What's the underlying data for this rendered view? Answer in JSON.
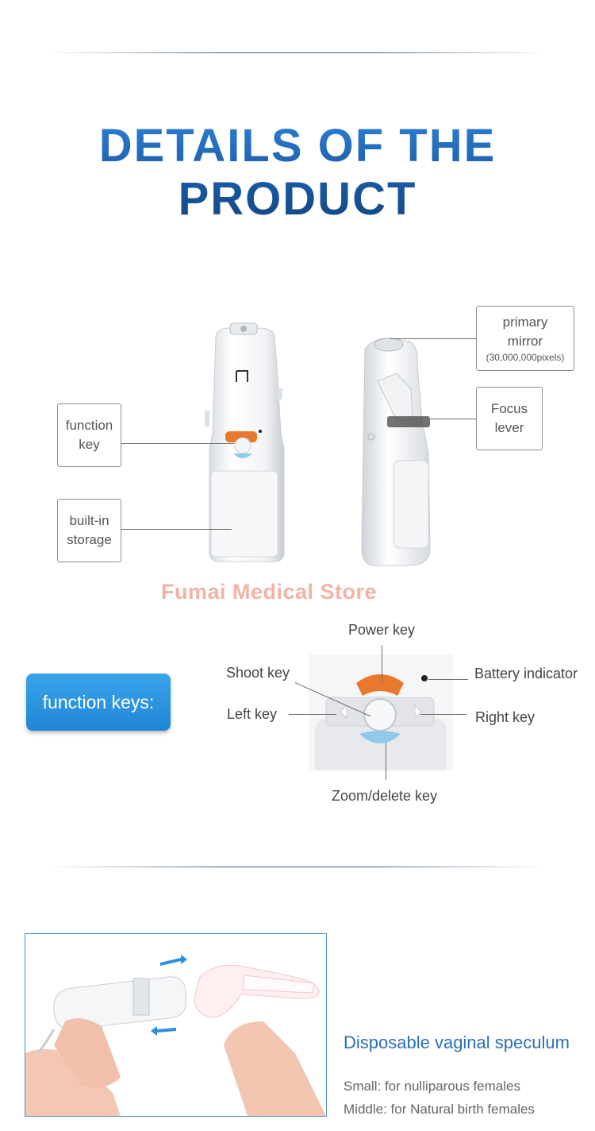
{
  "header": {
    "title": "DETAILS OF THE PRODUCT"
  },
  "callouts": {
    "function_key": {
      "line1": "function",
      "line2": "key"
    },
    "built_in_storage": {
      "line1": "built-in",
      "line2": "storage"
    },
    "primary_mirror": {
      "line1": "primary",
      "line2": "mirror",
      "detail": "(30,000,000pixels)"
    },
    "focus_lever": {
      "line1": "Focus",
      "line2": "lever"
    }
  },
  "watermark": "Fumai Medical Store",
  "function_keys": {
    "badge": "function keys:",
    "power": "Power key",
    "shoot": "Shoot key",
    "battery": "Battery indicator",
    "left": "Left key",
    "right": "Right key",
    "zoom": "Zoom/delete key"
  },
  "speculum": {
    "title": "Disposable vaginal speculum",
    "lines": [
      "Small: for nulliparous females",
      "Middle: for Natural birth females"
    ]
  },
  "colors": {
    "title_blue": "#1e5fae",
    "badge_blue": "#2a93de",
    "power_orange": "#e8782d",
    "zoom_blue": "#8fcbe8",
    "arrow_blue": "#2a8fe0"
  }
}
